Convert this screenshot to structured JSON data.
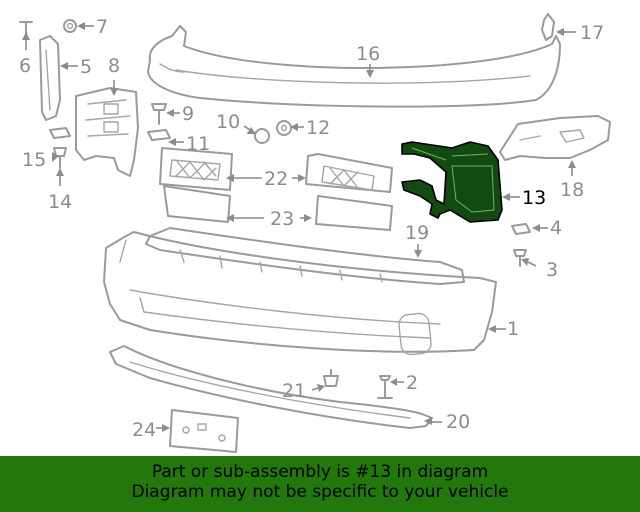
{
  "diagram": {
    "callouts": {
      "c1": "1",
      "c2": "2",
      "c3": "3",
      "c4": "4",
      "c5": "5",
      "c6": "6",
      "c7": "7",
      "c8": "8",
      "c9": "9",
      "c10": "10",
      "c11": "11",
      "c12": "12",
      "c13": "13",
      "c14": "14",
      "c15": "15",
      "c16": "16",
      "c17": "17",
      "c18": "18",
      "c19": "19",
      "c20": "20",
      "c21": "21",
      "c22": "22",
      "c23": "23",
      "c24": "24"
    },
    "highlighted_part": "13",
    "colors": {
      "highlight_fill": "#124a12",
      "banner_background": "#22780a",
      "part_outline": "#9a9a9a"
    }
  },
  "banner": {
    "line1": "Part or sub-assembly is #13 in diagram",
    "line2": "Diagram may not be specific to your vehicle"
  }
}
